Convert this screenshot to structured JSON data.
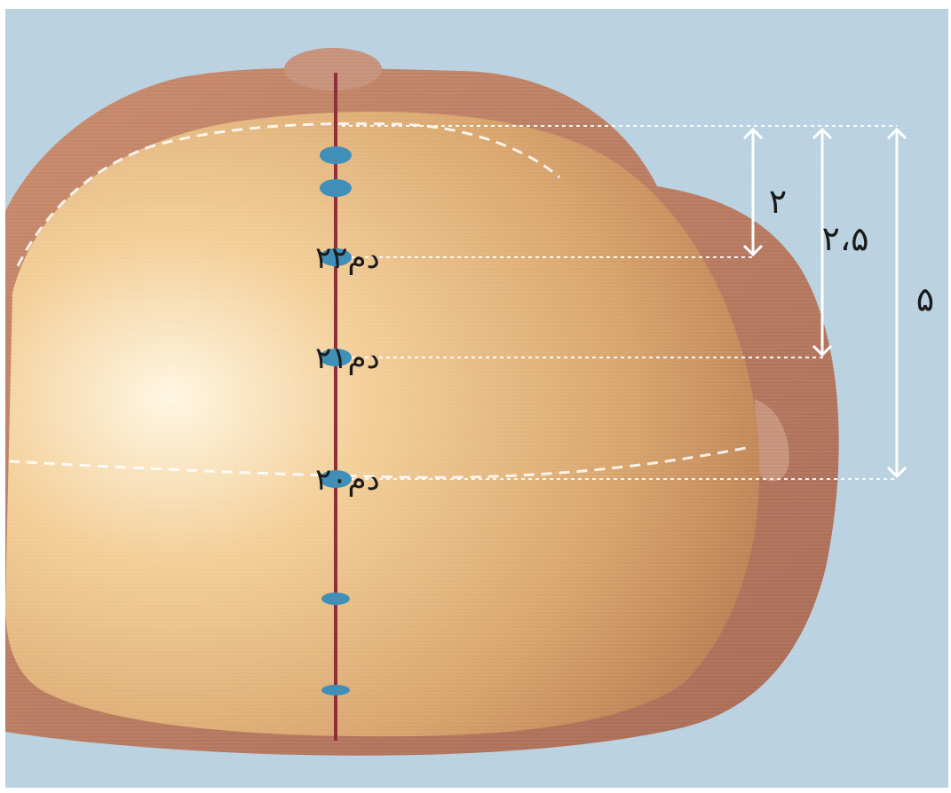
{
  "figure": {
    "background_color": "#b9d1e0",
    "head_color": "#e8b77f",
    "hair_shadow_color": "#c0876b",
    "midline_color": "#8e2f3a",
    "point_color": "#3f8fb8",
    "guide_color": "#ffffff"
  },
  "points": [
    {
      "label": ""
    },
    {
      "label": ""
    },
    {
      "label": "دم۲۲"
    },
    {
      "label": "دم۲۱"
    },
    {
      "label": "دم۲۰"
    },
    {
      "label": ""
    },
    {
      "label": ""
    }
  ],
  "measurements": [
    {
      "value": "۲"
    },
    {
      "value": "۲،۵"
    },
    {
      "value": "۵"
    }
  ]
}
